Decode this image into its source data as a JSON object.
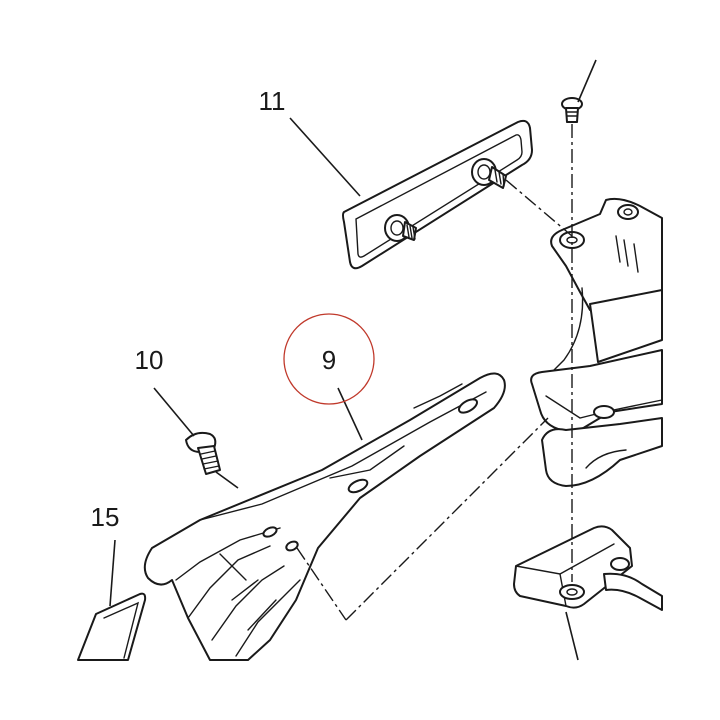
{
  "callouts": {
    "part_11": "11",
    "part_10": "10",
    "part_9": "9",
    "part_15": "15"
  },
  "colors": {
    "line": "#1a1a1a",
    "highlight_circle": "#c0392b"
  }
}
